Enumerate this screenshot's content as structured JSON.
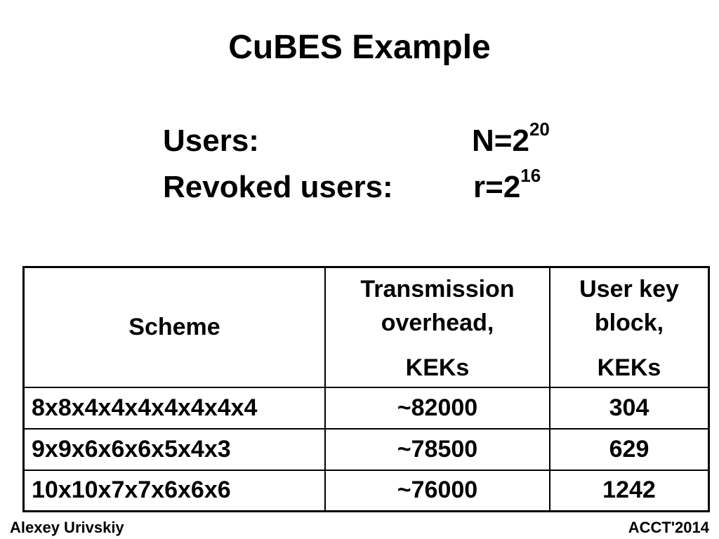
{
  "slide": {
    "title": "CuBES Example"
  },
  "params": {
    "users_label": "Users:",
    "users_value_base": "N=2",
    "users_value_exp": "20",
    "revoked_label": "Revoked users:",
    "revoked_value_base": "r=2",
    "revoked_value_exp": "16"
  },
  "table": {
    "headers": {
      "scheme": "Scheme",
      "transmission": "Transmission overhead,",
      "transmission_unit": "KEKs",
      "user_key": "User key block,",
      "user_key_unit": "KEKs"
    },
    "rows": [
      {
        "scheme": "8x8x4x4x4x4x4x4x4",
        "transmission": "~82000",
        "user_key": "304"
      },
      {
        "scheme": "9x9x6x6x6x5x4x3",
        "transmission": "~78500",
        "user_key": "629"
      },
      {
        "scheme": "10x10x7x7x6x6x6",
        "transmission": "~76000",
        "user_key": "1242"
      }
    ]
  },
  "footer": {
    "author": "Alexey Urivskiy",
    "conference": "ACCT'2014"
  }
}
